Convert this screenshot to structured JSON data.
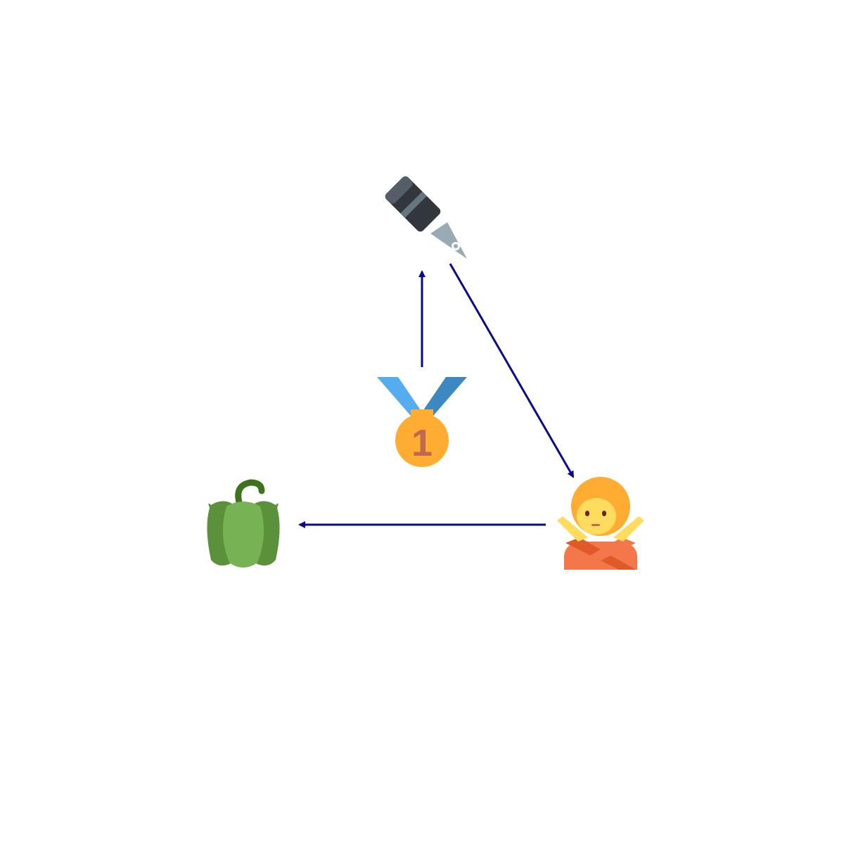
{
  "diagram": {
    "nodes": [
      {
        "id": "fountain-pen",
        "icon": "fountain-pen-icon"
      },
      {
        "id": "first-place-medal",
        "icon": "first-place-medal-icon",
        "label": "1"
      },
      {
        "id": "person-gesturing-no",
        "icon": "person-gesturing-no-icon"
      },
      {
        "id": "bell-pepper",
        "icon": "bell-pepper-icon"
      }
    ],
    "edges": [
      {
        "from": "first-place-medal",
        "to": "fountain-pen"
      },
      {
        "from": "fountain-pen",
        "to": "person-gesturing-no"
      },
      {
        "from": "person-gesturing-no",
        "to": "bell-pepper"
      }
    ],
    "colors": {
      "arrow": "#0a0a8c",
      "pen_body": "#31373d",
      "pen_band": "#66757f",
      "pen_nib": "#99aab5",
      "ribbon_light": "#55acee",
      "ribbon_dark": "#3b88c3",
      "medal": "#ffac33",
      "medal_text": "#c1694f",
      "skin": "#ffdc5d",
      "hair": "#ffac33",
      "shirt": "#f4774b",
      "shirt_dark": "#e05a29",
      "pepper_dark": "#5c913b",
      "pepper_light": "#77b255",
      "stem": "#3e721d"
    }
  }
}
